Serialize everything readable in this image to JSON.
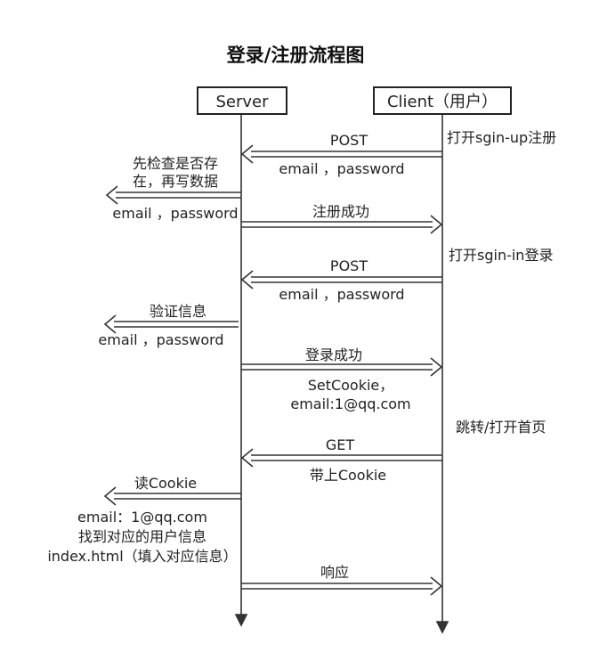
{
  "title": "登录/注册流程图",
  "actors": {
    "server": "Server",
    "client": "Client（用户）"
  },
  "messages": [
    {
      "label": "POST",
      "sublabel": "email ，password",
      "note": "打开sgin-up注册"
    },
    {
      "label": "先检查是否存\n在，再写数据",
      "sublabel": "email ，password"
    },
    {
      "label": "注册成功",
      "note": "打开sgin-in登录"
    },
    {
      "label": "POST",
      "sublabel": "email ，password"
    },
    {
      "label": "验证信息",
      "sublabel": "email ，password"
    },
    {
      "label": "登录成功",
      "sublabel": "SetCookie，\nemail:1@qq.com",
      "note": "跳转/打开首页"
    },
    {
      "label": "GET",
      "sublabel": "带上Cookie"
    },
    {
      "label": "读Cookie",
      "sublabel": "email：1@qq.com\n找到对应的用户信息\nindex.html（填入对应信息）"
    },
    {
      "label": "响应"
    }
  ]
}
